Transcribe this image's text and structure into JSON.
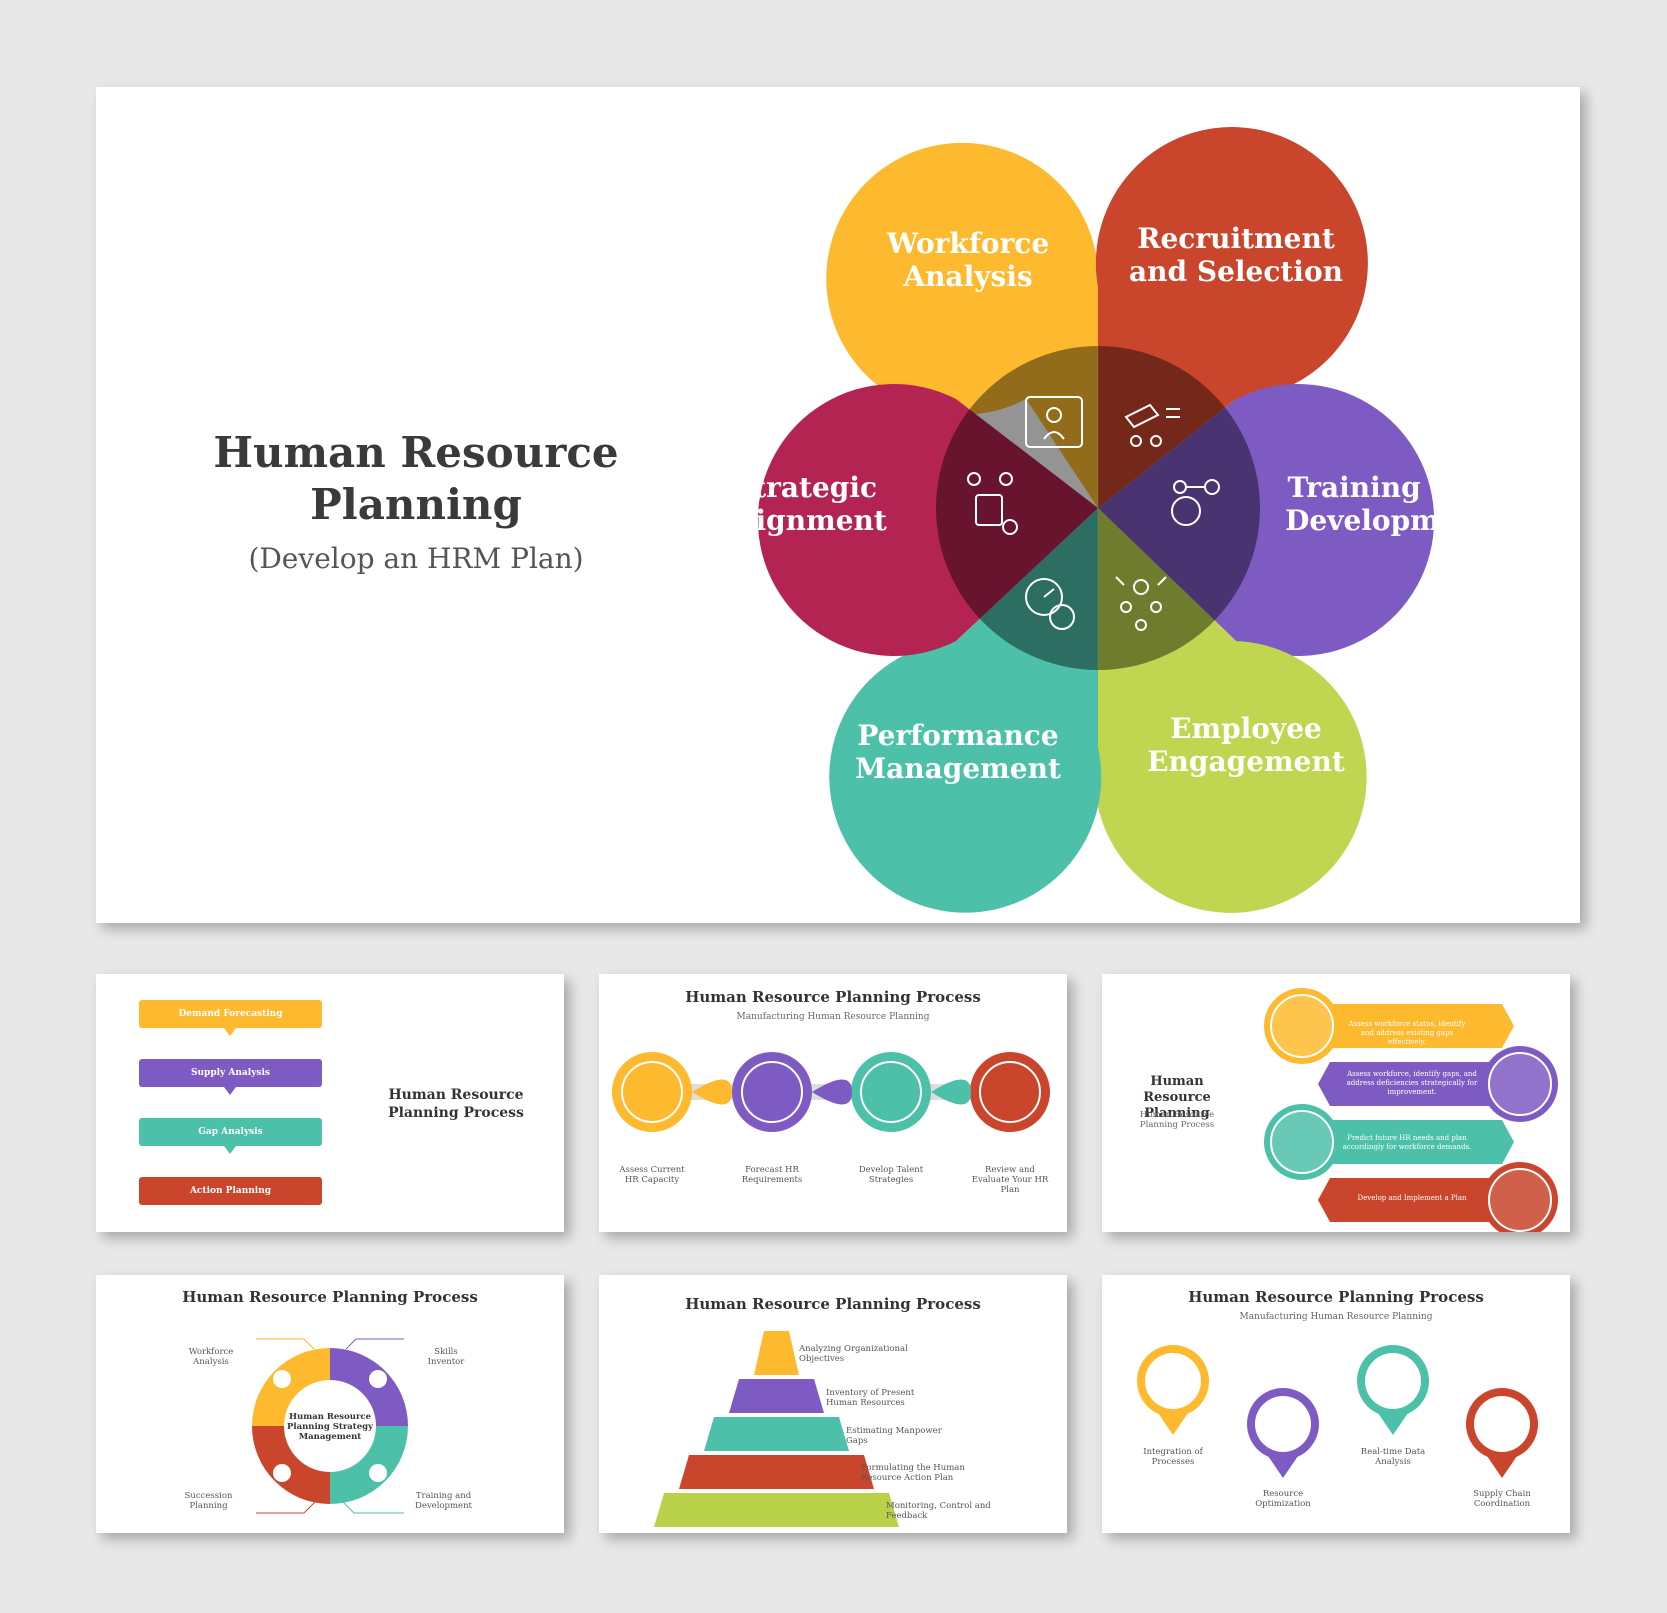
{
  "main": {
    "title": "Human Resource Planning",
    "subtitle": "(Develop an HRM Plan)",
    "petals": [
      {
        "label": "Workforce Analysis",
        "color": "#FDBA2F",
        "icon": "workforce-analysis-icon"
      },
      {
        "label": "Recruitment and Selection",
        "color": "#C9452B",
        "icon": "recruitment-icon"
      },
      {
        "label": "Training and Development",
        "color": "#7E5BC3",
        "icon": "training-icon"
      },
      {
        "label": "Employee Engagement",
        "color": "#C0D650",
        "icon": "engagement-icon"
      },
      {
        "label": "Performance Management",
        "color": "#4DC0AA",
        "icon": "performance-icon"
      },
      {
        "label": "Strategic Alignment",
        "color": "#B42452",
        "icon": "strategy-icon"
      }
    ]
  },
  "thumb1": {
    "title": "Human Resource Planning Process",
    "steps": [
      "Demand Forecasting",
      "Supply Analysis",
      "Gap Analysis",
      "Action Planning"
    ]
  },
  "thumb2": {
    "title": "Human Resource Planning Process",
    "subtitle": "Manufacturing Human Resource Planning",
    "steps": [
      "Assess Current HR Capacity",
      "Forecast HR Requirements",
      "Develop Talent Strategies",
      "Review and Evaluate Your HR Plan"
    ]
  },
  "thumb3": {
    "title": "Human Resource Planning",
    "subtitle": "Human Resource Planning Process",
    "items": [
      "Assess workforce status, identify and address existing gaps effectively.",
      "Assess workforce, identify gaps, and address deficiencies strategically for improvement.",
      "Predict future HR needs and plan accordingly for workforce demands.",
      "Develop and Implement a Plan"
    ]
  },
  "thumb4": {
    "title": "Human Resource Planning Process",
    "center": "Human Resource Planning Strategy Management",
    "labels": [
      "Workforce Analysis",
      "Skills Inventor",
      "Succession Planning",
      "Training and Development"
    ]
  },
  "thumb5": {
    "title": "Human Resource Planning Process",
    "levels": [
      "Analyzing Organizational Objectives",
      "Inventory of Present Human Resources",
      "Estimating Manpower Gaps",
      "Formulating the Human Resource Action Plan",
      "Monitoring, Control and Feedback"
    ]
  },
  "thumb6": {
    "title": "Human Resource Planning Process",
    "subtitle": "Manufacturing Human Resource Planning",
    "pins": [
      "Integration of Processes",
      "Resource Optimization",
      "Real-time Data Analysis",
      "Supply Chain Coordination"
    ]
  },
  "colors": {
    "yellow": "#FDBA2F",
    "purple": "#7E5BC3",
    "teal": "#4DC0AA",
    "red": "#C9452B",
    "green": "#B9D24A"
  }
}
